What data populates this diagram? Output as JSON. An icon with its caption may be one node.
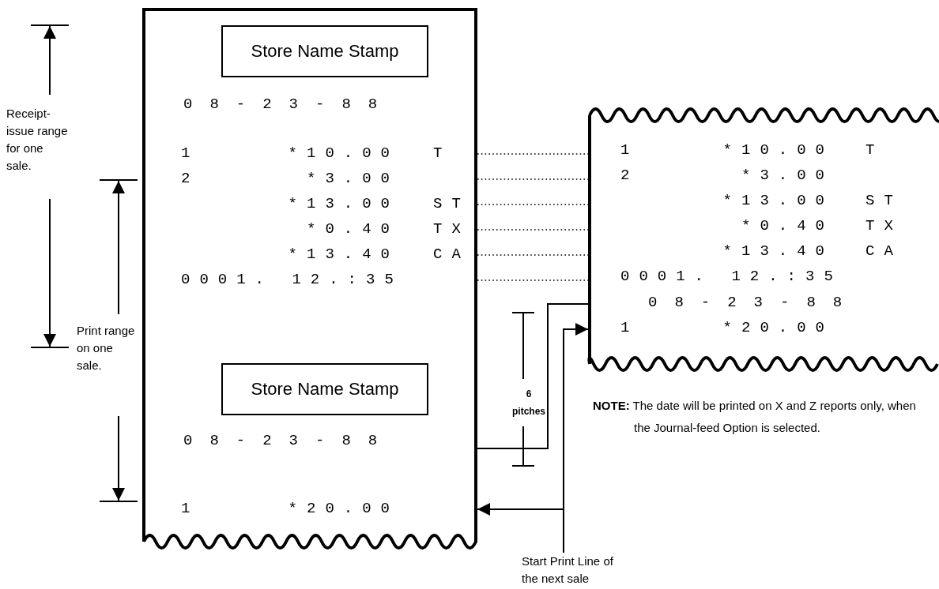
{
  "diagram": {
    "nodes": [
      {
        "text": [],
        "shape": "box"
      },
      {
        "text": [
          "Store Name Stamp"
        ],
        "in": 0
      },
      {
        "text": [
          "08-23-88"
        ],
        "in": 0
      },
      {
        "text": [
          "1",
          "*10.00",
          "T"
        ],
        "in": 0
      },
      {
        "text": [
          "2",
          "*3.00"
        ],
        "in": 0
      },
      {
        "text": [
          "*13.00",
          "ST"
        ],
        "in": 0
      },
      {
        "text": [
          "*0.40",
          "TX"
        ],
        "in": 0
      },
      {
        "text": [
          "*13.40",
          "CA"
        ],
        "in": 0
      },
      {
        "text": [
          "0001. 12.:35"
        ],
        "in": 0
      },
      {
        "text": [
          "Store Name Stamp"
        ],
        "in": 0
      },
      {
        "text": [
          "08-23-88"
        ],
        "in": 0
      },
      {
        "text": [
          "1",
          "*20.00"
        ],
        "in": 0
      },
      {
        "text": [],
        "shape": "box"
      },
      {
        "text": [
          "1",
          "*10.00",
          "T"
        ],
        "in": 12
      },
      {
        "text": [
          "2",
          "*3.00"
        ],
        "in": 12
      },
      {
        "text": [
          "*13.00",
          "ST"
        ],
        "in": 12
      },
      {
        "text": [
          "*0.40",
          "TX"
        ],
        "in": 12
      },
      {
        "text": [
          "*13.40",
          "CA"
        ],
        "in": 12
      },
      {
        "text": [
          "0001. 12.:35"
        ],
        "in": 12
      },
      {
        "text": [
          "08-23-88"
        ],
        "in": 12
      },
      {
        "text": [
          "1",
          "*20.00"
        ],
        "in": 12
      },
      {
        "text": [
          "Start Print Line of the next sale"
        ]
      }
    ],
    "edges": [
      {
        "from": 0,
        "to": 12,
        "arrow": "none",
        "style": "dashed"
      },
      {
        "from": 0,
        "to": 12,
        "arrow": "none",
        "style": "dashed"
      },
      {
        "from": 0,
        "to": 12,
        "arrow": "none",
        "style": "dashed"
      },
      {
        "from": 0,
        "to": 12,
        "arrow": "none",
        "style": "dashed"
      },
      {
        "from": 0,
        "to": 12,
        "arrow": "none",
        "style": "dashed"
      },
      {
        "from": 0,
        "to": 12,
        "arrow": "none",
        "style": "dashed"
      },
      {
        "from": 0,
        "to": 12,
        "arrow": "none"
      },
      {
        "from": 21,
        "to": 0,
        "arrow": "to"
      },
      {
        "from": 21,
        "to": 12,
        "arrow": "to"
      }
    ],
    "labels": [
      "Receipt-issue range for one sale.",
      "Print range on one sale.",
      "6 pitches",
      "**NOTE:** The date will be printed on X and Z reports only, when the Journal-feed Option is selected."
    ]
  }
}
